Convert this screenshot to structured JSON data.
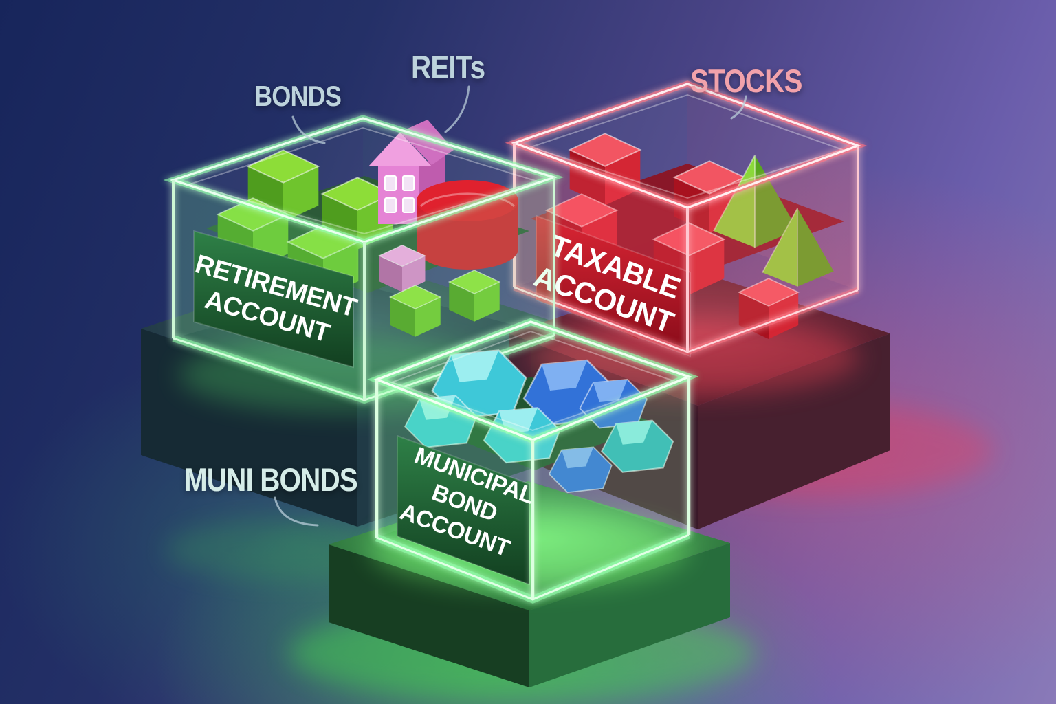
{
  "floating_labels": {
    "bonds": "BONDS",
    "reits": "REITs",
    "stocks": "STOCKS",
    "muni_bonds": "MUNI BONDS"
  },
  "accounts": {
    "retirement": {
      "label_lines": [
        "RETIREMENT",
        "ACCOUNT"
      ],
      "glass_color": "#8cffa8",
      "panel_color": "#2e8047",
      "pedestal_color": "#22414d",
      "assets": [
        {
          "name": "bond-cube",
          "color": "#8ddd38",
          "count": 6
        },
        {
          "name": "reit-house",
          "color": "#e583d5",
          "count": 1
        },
        {
          "name": "reit-pink-cube",
          "color": "#e794da",
          "count": 1
        },
        {
          "name": "red-cylinder",
          "color": "#e0212e",
          "count": 1
        }
      ]
    },
    "taxable": {
      "label_lines": [
        "TAXABLE",
        "ACCOUNT"
      ],
      "glass_color": "#ff6b7c",
      "panel_color": "#da2534",
      "pedestal_color": "#47202f",
      "assets": [
        {
          "name": "stock-cube",
          "color": "#e02330",
          "count": 6
        },
        {
          "name": "growth-pyramid",
          "color": "#8ad93a",
          "count": 2
        }
      ]
    },
    "municipal": {
      "label_lines": [
        "MUNICIPAL",
        "BOND",
        "ACCOUNT"
      ],
      "glass_color": "#8dff96",
      "panel_color": "#2e8047",
      "pedestal_color": "#276d3c",
      "assets": [
        {
          "name": "muni-gem-cyan",
          "color": "#3ec8d8",
          "count": 4
        },
        {
          "name": "muni-gem-blue",
          "color": "#3272d8",
          "count": 3
        }
      ]
    }
  },
  "theme": {
    "bg_navy": "#17255b",
    "bg_mid": "#4a4486",
    "bg_purple": "#8a7ab8",
    "glow_green": "#46d84f",
    "glow_pink": "#e25877",
    "label_blue": "#bdd3dc",
    "label_pink": "#f2a2ab",
    "label_mint": "#d5ece8",
    "panel_green": "#2e8047",
    "panel_red": "#da2534",
    "glass_green": "#8cffa8",
    "glass_red": "#ff6b7c",
    "bond_green": "#8ddd38",
    "stock_red": "#e02330",
    "pyramid_green": "#8ad93a",
    "gem_cyan": "#3ec8d8",
    "gem_blue": "#3272d8",
    "house_pink": "#e583d5",
    "cylinder_red": "#e0212e"
  }
}
